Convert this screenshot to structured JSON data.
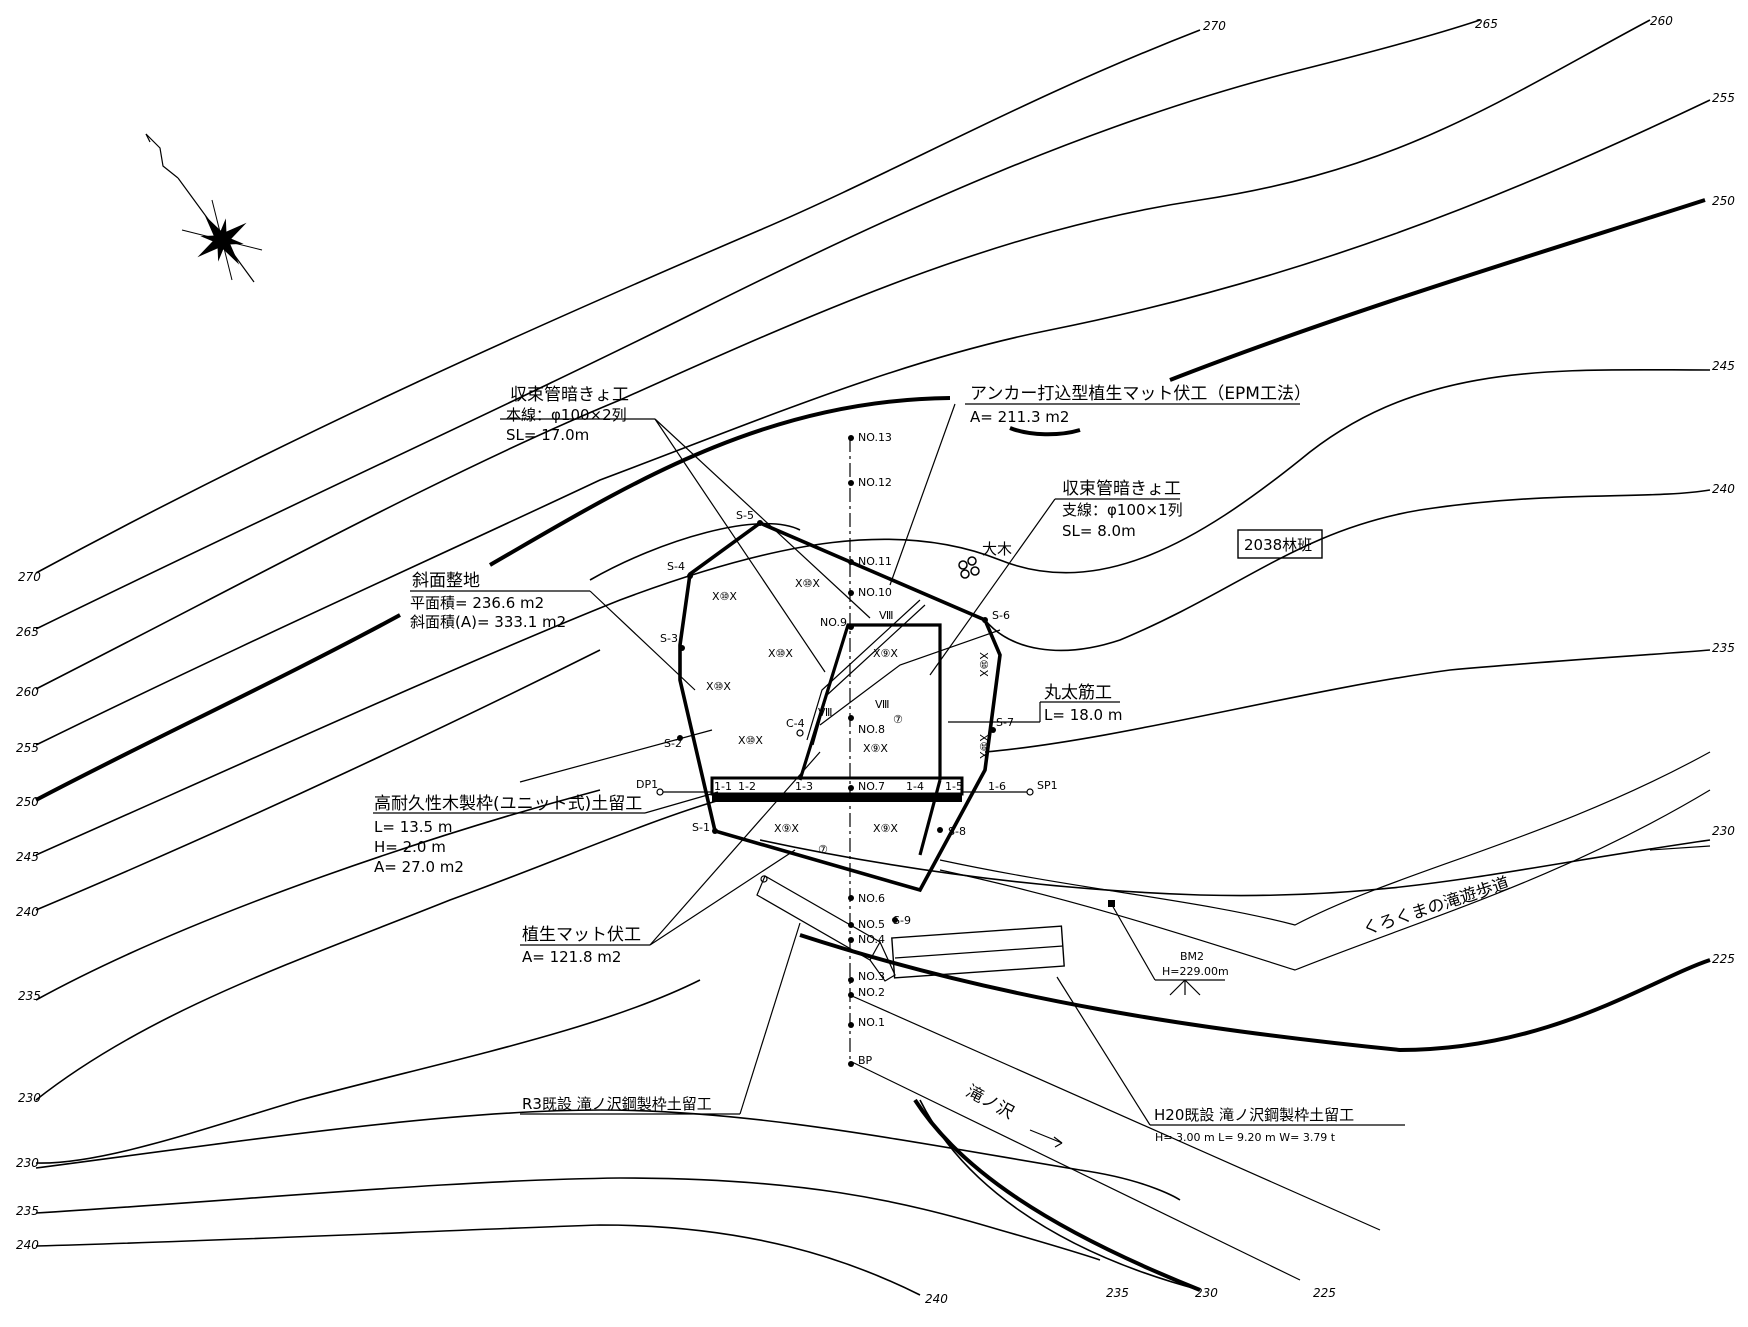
{
  "contour_labels": {
    "top": [
      {
        "v": "270"
      },
      {
        "v": "265"
      },
      {
        "v": "260"
      },
      {
        "v": "255"
      },
      {
        "v": "250"
      },
      {
        "v": "245"
      },
      {
        "v": "240"
      },
      {
        "v": "235"
      },
      {
        "v": "230"
      },
      {
        "v": "225"
      }
    ],
    "left": [
      {
        "v": "270"
      },
      {
        "v": "265"
      },
      {
        "v": "260"
      },
      {
        "v": "255"
      },
      {
        "v": "250"
      },
      {
        "v": "245"
      },
      {
        "v": "240"
      },
      {
        "v": "235"
      },
      {
        "v": "230"
      },
      {
        "v": "230"
      },
      {
        "v": "235"
      },
      {
        "v": "240"
      }
    ],
    "bottom": [
      {
        "v": "240"
      },
      {
        "v": "235"
      },
      {
        "v": "230"
      },
      {
        "v": "225"
      }
    ]
  },
  "annotations": {
    "drain_main": {
      "title": "収束管暗きょ工",
      "line1": "本線：φ100×2列",
      "line2": "SL= 17.0m"
    },
    "epm": {
      "title": "アンカー打込型植生マット伏工（EPM工法）",
      "line1": "A= 211.3 m2"
    },
    "drain_branch": {
      "title": "収束管暗きょ工",
      "line1": "支線：φ100×1列",
      "line2": "SL= 8.0m"
    },
    "slope": {
      "title": "斜面整地",
      "line1": "平面積= 236.6 m2",
      "line2": "斜面積(A)= 333.1 m2"
    },
    "log": {
      "title": "丸太筋工",
      "line1": "L= 18.0 m"
    },
    "wood_frame": {
      "title": "高耐久性木製枠(ユニット式)土留工",
      "line1": "L= 13.5 m",
      "line2": "H= 2.0 m",
      "line3": "A= 27.0 m2"
    },
    "mat": {
      "title": "植生マット伏工",
      "line1": "A= 121.8 m2"
    },
    "r3": {
      "title": "R3既設 滝ノ沢鋼製枠土留工"
    },
    "h20": {
      "title": "H20既設 滝ノ沢鋼製枠土留工",
      "line1": "H= 3.00 m L= 9.20 m W= 3.79 t"
    },
    "compartment": "2038林班",
    "big_tree": "大木",
    "trail": "くろくまの滝遊歩道",
    "stream": "滝ノ沢",
    "bm2_name": "BM2",
    "bm2_h": "H=229.00m"
  },
  "stations": [
    {
      "label": "NO.13"
    },
    {
      "label": "NO.12"
    },
    {
      "label": "NO.11"
    },
    {
      "label": "NO.10"
    },
    {
      "label": "NO.9"
    },
    {
      "label": "NO.8"
    },
    {
      "label": "NO.7"
    },
    {
      "label": "NO.6"
    },
    {
      "label": "NO.5"
    },
    {
      "label": "NO.4"
    },
    {
      "label": "NO.3"
    },
    {
      "label": "NO.2"
    },
    {
      "label": "NO.1"
    },
    {
      "label": "BP"
    }
  ],
  "slope_points": [
    {
      "label": "S-1"
    },
    {
      "label": "S-2"
    },
    {
      "label": "S-3"
    },
    {
      "label": "S-4"
    },
    {
      "label": "S-5"
    },
    {
      "label": "S-6"
    },
    {
      "label": "S-7"
    },
    {
      "label": "S-8"
    },
    {
      "label": "S-9"
    },
    {
      "label": "C-4"
    }
  ],
  "reference_points": {
    "dp1": "DP1",
    "sp1": "SP1"
  },
  "frame_units": [
    "1-1",
    "1-2",
    "1-3",
    "1-4",
    "1-5",
    "1-6"
  ],
  "mat_symbols": {
    "x10": "X⑩X",
    "x9": "X⑨X"
  },
  "circled": {
    "seven": "⑦",
    "eight": "Ⅷ"
  }
}
